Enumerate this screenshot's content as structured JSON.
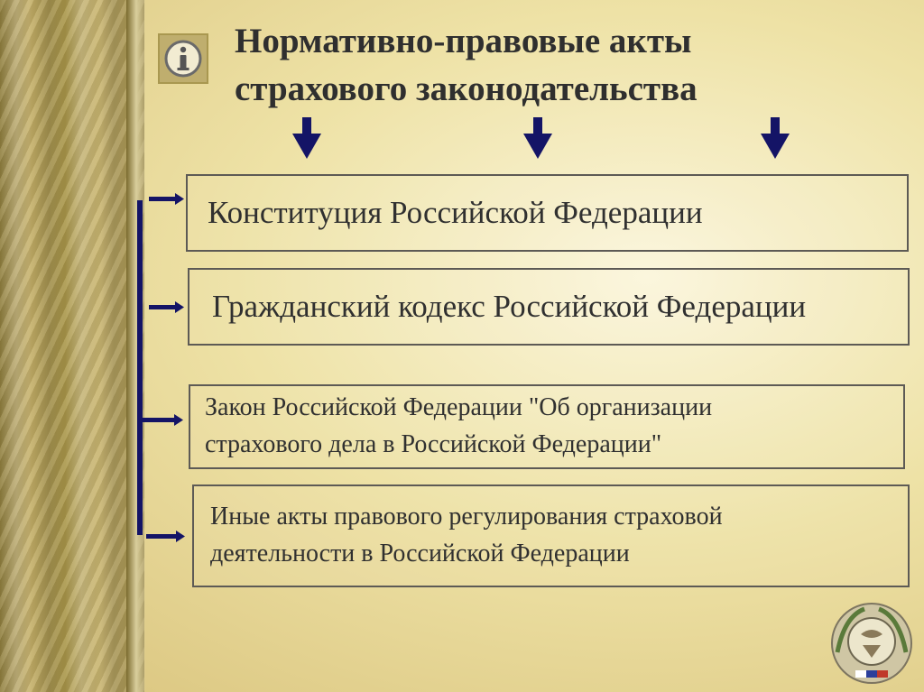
{
  "title": {
    "line1": "Нормативно-правовые акты",
    "line2": "страхового законодательства"
  },
  "boxes": [
    {
      "lines": [
        "Конституция Российской Федерации"
      ]
    },
    {
      "lines": [
        "Гражданский кодекс Российской Федерации"
      ]
    },
    {
      "lines": [
        "Закон Российской Федерации \"Об организации",
        "страхового дела в Российской Федерации\""
      ]
    },
    {
      "lines": [
        "Иные акты правового регулирования страховой",
        "деятельности в Российской Федерации"
      ]
    }
  ],
  "icons": {
    "info": "info-icon",
    "emblem": "emblem-logo"
  },
  "colors": {
    "arrow": "#141466",
    "text": "#303030",
    "box_border": "#5d5a55"
  }
}
